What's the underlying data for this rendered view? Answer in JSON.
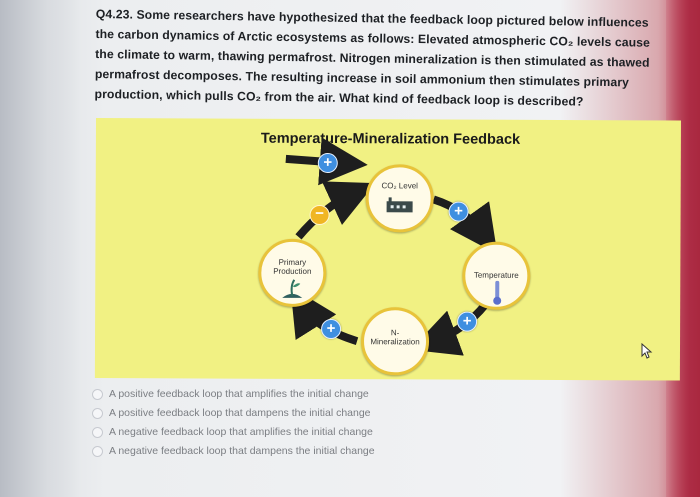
{
  "question": {
    "lines": [
      "Q4.23. Some researchers have hypothesized that the feedback loop pictured below influences",
      "the carbon dynamics of Arctic ecosystems as follows: Elevated atmospheric CO₂ levels cause",
      "the climate to warm, thawing permafrost. Nitrogen mineralization is then stimulated as thawed",
      "permafrost decomposes. The resulting increase in soil ammonium then stimulates primary",
      "production, which pulls CO₂ from the air. What kind of feedback loop is described?"
    ]
  },
  "diagram": {
    "title": "Temperature-Mineralization Feedback",
    "nodes": {
      "co2": "CO₂ Level",
      "temperature": "Temperature",
      "mineralization": [
        "N-",
        "Mineralization"
      ],
      "production": [
        "Primary",
        "Production"
      ]
    },
    "signs": {
      "plus": "+",
      "minus": "−"
    },
    "colors": {
      "panel": "#f1f183",
      "plus": "#3f8fe0",
      "minus": "#f0b623",
      "arrow": "#1e1e1e"
    }
  },
  "options": [
    "A positive feedback loop that amplifies the initial change",
    "A positive feedback loop that dampens the initial change",
    "A negative feedback loop that amplifies the initial change",
    "A negative feedback loop that dampens the initial change"
  ]
}
